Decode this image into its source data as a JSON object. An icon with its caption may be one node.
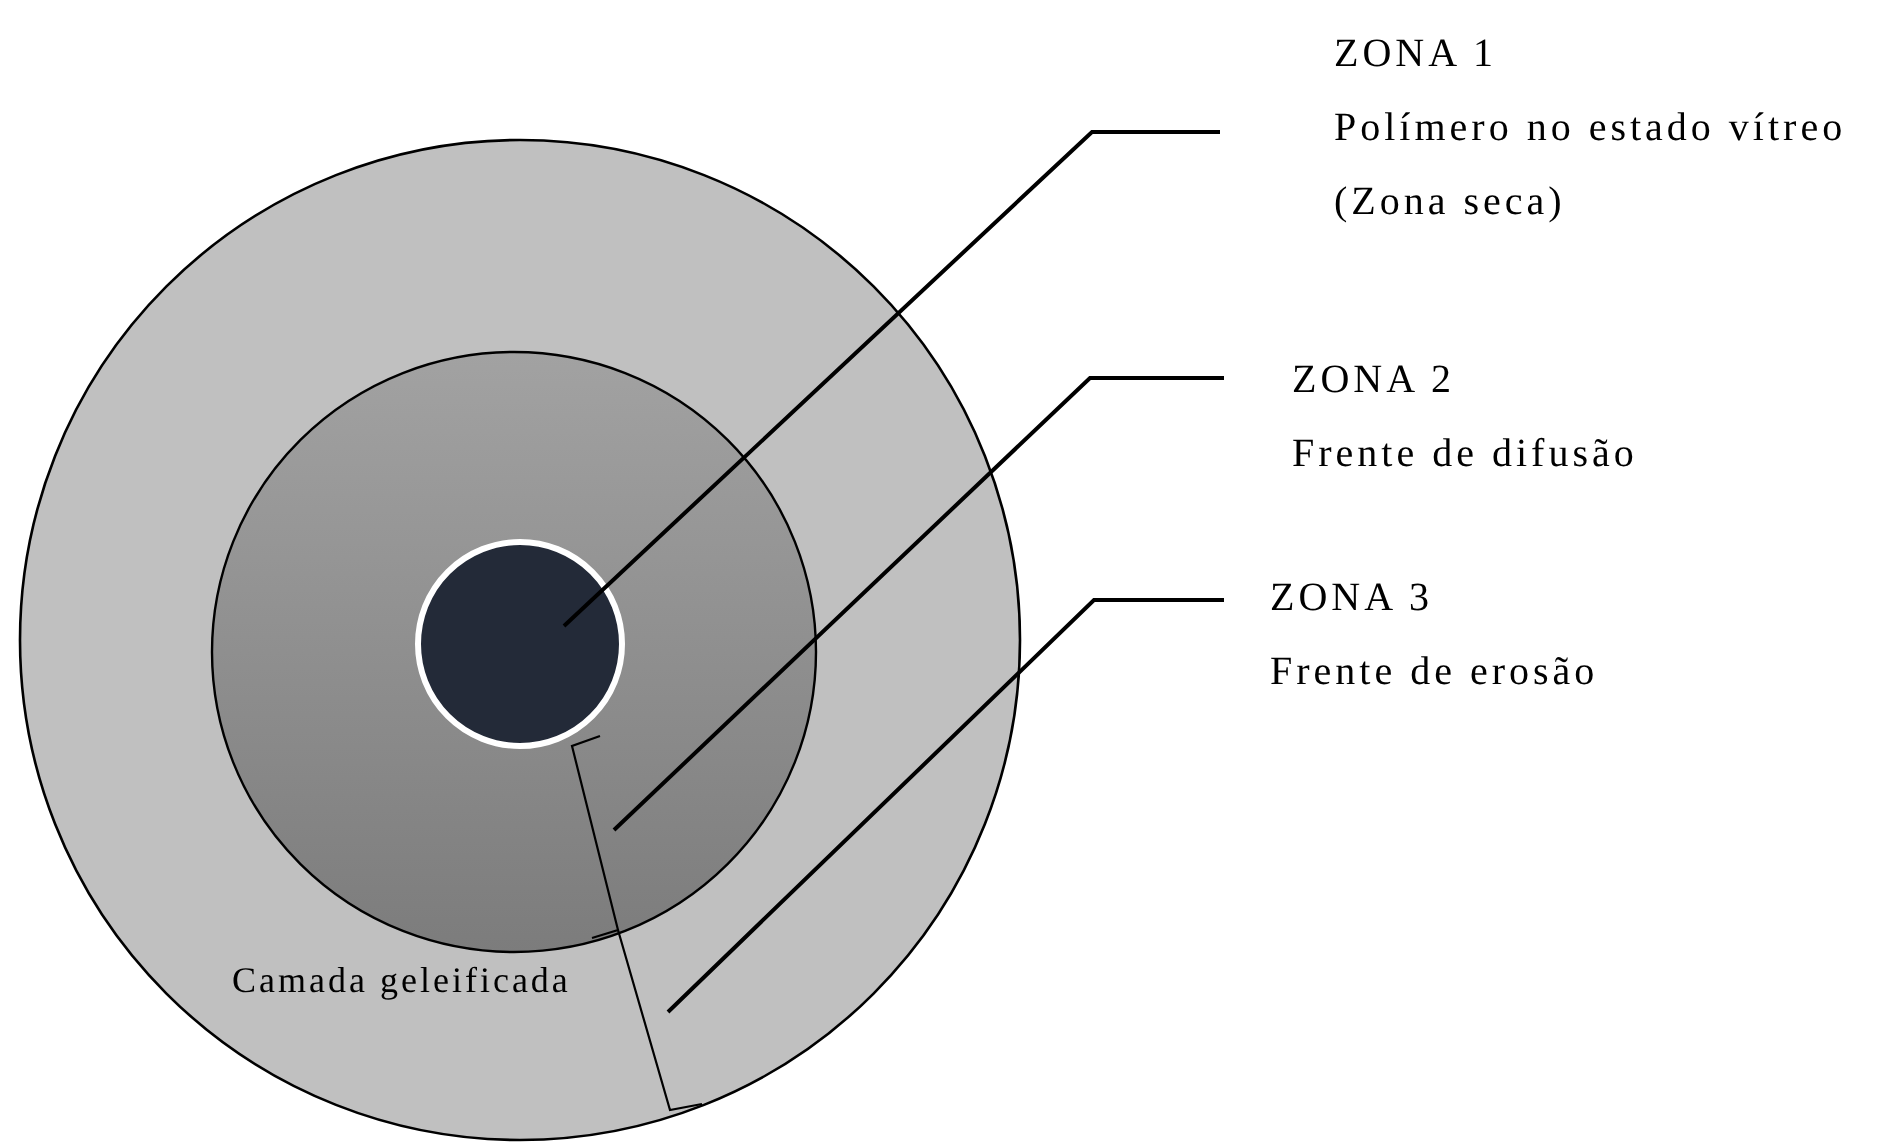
{
  "diagram": {
    "nodes": [
      {
        "text": [],
        "shape": "circle"
      },
      {
        "text": [],
        "shape": "circle",
        "in": 0
      },
      {
        "text": [],
        "shape": "circle",
        "in": 1
      },
      {
        "text": [
          "ZONA 1",
          "Polímero no estado vítreo (Zona seca)"
        ]
      },
      {
        "text": [
          "ZONA 2",
          "Frente de difusão"
        ]
      },
      {
        "text": [
          "ZONA 3",
          "Frente de erosão"
        ]
      }
    ],
    "edges": [
      {
        "from": 3,
        "to": 2,
        "arrow": "none"
      },
      {
        "from": 4,
        "to": 1,
        "arrow": "none"
      },
      {
        "from": 5,
        "to": 0,
        "arrow": "none"
      }
    ],
    "labels": [
      "Camada geleificada"
    ]
  }
}
